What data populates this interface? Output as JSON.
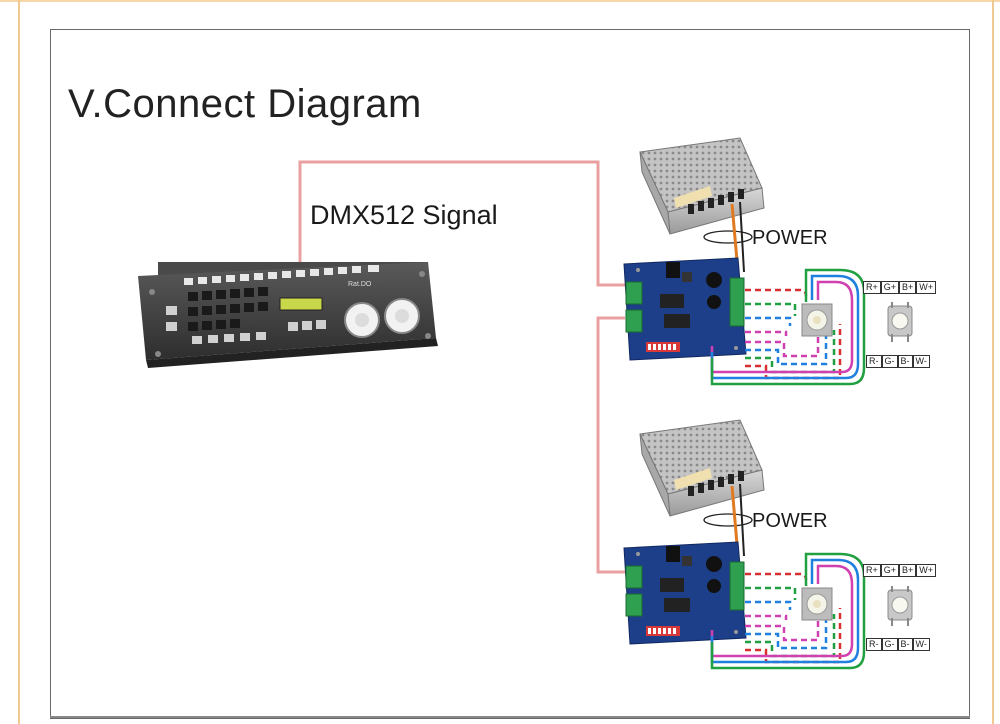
{
  "title": "V.Connect Diagram",
  "signal_label": "DMX512 Signal",
  "units": [
    {
      "power_label": "POWER",
      "pins_top": [
        "R+",
        "G+",
        "B+",
        "W+"
      ],
      "pins_bottom": [
        "R-",
        "G-",
        "B-",
        "W-"
      ]
    },
    {
      "power_label": "POWER",
      "pins_top": [
        "R+",
        "G+",
        "B+",
        "W+"
      ],
      "pins_bottom": [
        "R-",
        "G-",
        "B-",
        "W-"
      ]
    }
  ],
  "console": {
    "brand_label": "Rat.DO"
  },
  "colors": {
    "signal_wire": "#e8a0a0",
    "power_wire": "#e07a20",
    "red_channel": "#d83030",
    "green_channel": "#20a040",
    "blue_channel": "#2080e0",
    "white_channel": "#d040b0",
    "pcb": "#1d3f8a"
  }
}
